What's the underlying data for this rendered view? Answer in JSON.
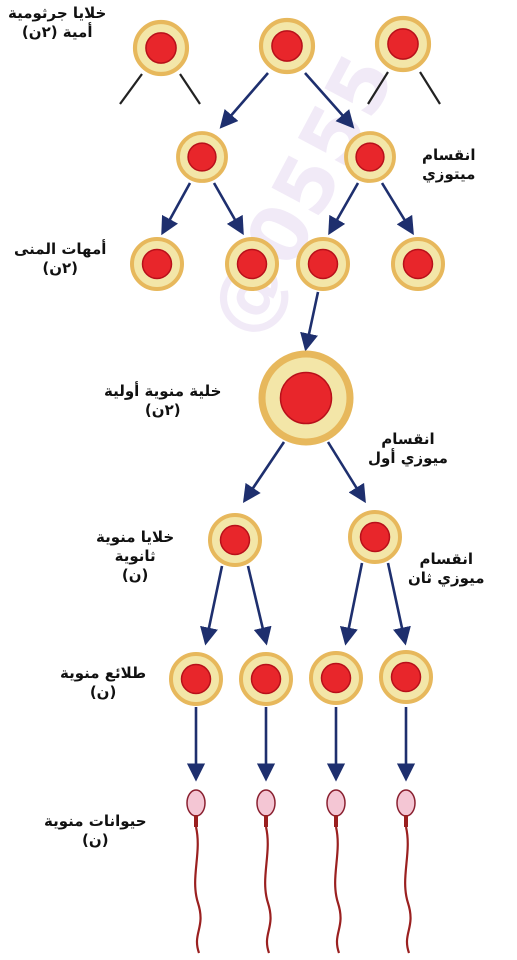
{
  "colors": {
    "nucleus": "#e8262b",
    "nucleus_edge": "#b8101a",
    "inner_ring": "#f3e6a8",
    "outer_ring": "#e7b85c",
    "arrow": "#1e2f6e",
    "line": "#222222",
    "sperm_head": "#f4c6d4",
    "sperm_tail": "#9a2020"
  },
  "labels": {
    "germ_cells": {
      "line1": "خلايا جرثومية",
      "line2": "أمية (٢ن)"
    },
    "mitosis": {
      "line1": "انقسام",
      "line2": "ميتوزي"
    },
    "spermatogonia": {
      "line1": "أمهات المنى",
      "line2": "(٢ن)"
    },
    "primary_spermatocyte": {
      "line1": "خلية منوية أولية",
      "line2": "(٢ن)"
    },
    "meiosis_one": {
      "line1": "انقسام",
      "line2": "ميوزي أول"
    },
    "secondary_spermatocytes": {
      "line1": "خلايا منوية",
      "line2": "ثانوية",
      "line3": "(ن)"
    },
    "meiosis_two": {
      "line1": "انقسام",
      "line2": "ميوزي ثان"
    },
    "spermatids": {
      "line1": "طلائع منوية",
      "line2": "(ن)"
    },
    "sperms": {
      "line1": "حيوانات منوية",
      "line2": "(ن)"
    }
  }
}
